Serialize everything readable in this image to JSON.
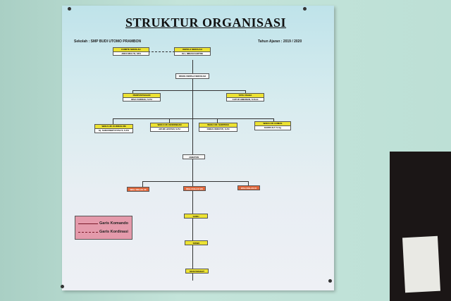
{
  "title": "STRUKTUR ORGANISASI",
  "school": "Sekolah : SMP BUDI UTOMO PRAMBON",
  "year": "Tahun Ajaran : 2019 / 2020",
  "komite": {
    "role": "KOMITE SEKOLAH",
    "name": "JOKO MULYO, SPd"
  },
  "kepala": {
    "role": "KEPALA SEKOLAH",
    "name": "Drs. IMRAN KARTINI"
  },
  "wakil": "WAKIL KEPALA SEKOLAH",
  "perpus": {
    "role": "PERPUSTAKAAN",
    "name": "RISA FARIDAH, S.Pd"
  },
  "tu": {
    "role": "TATA USAHA",
    "name": "CATUR HIMAWAN, S.Kom"
  },
  "waka": [
    {
      "role": "WAKA UR. KURIKULUM",
      "name": "Hj. SARASWATI DYAH S, S.Pd"
    },
    {
      "role": "WAKA UR. KESISWAAN",
      "name": "ARUM LESTARI, S.Pd"
    },
    {
      "role": "WAKA UR. SARPRAS",
      "name": "DIMAS WIDIYATI, S.Pd"
    },
    {
      "role": "WAKA UR. HUMAS",
      "name": "KARDI ALT, S.Ag"
    }
  ],
  "jabatan": "JABATAN",
  "wali": [
    "WALI KELAS VII",
    "WALI KELAS VIII",
    "WALI KELAS IX"
  ],
  "guru": "GURU",
  "siswa": "SISWA",
  "masyarakat": "MASYARAKAT",
  "legend": {
    "komando": "Garis Komando",
    "koordinasi": "Garis Kordinasi"
  }
}
